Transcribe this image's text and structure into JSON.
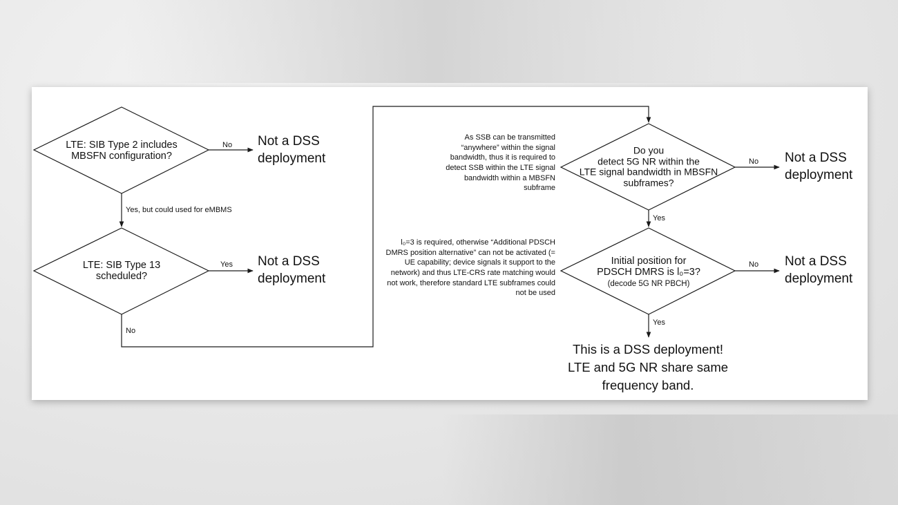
{
  "flowchart": {
    "decision1": "LTE: SIB Type 2 includes\nMBSFN configuration?",
    "decision2": "LTE: SIB Type 13\nscheduled?",
    "decision3": "Do you\ndetect 5G NR within the\nLTE signal bandwidth in MBSFN\nsubframes?",
    "decision4_main": "Initial position for\nPDSCH DMRS is l₀=3?",
    "decision4_sub": "(decode 5G NR PBCH)",
    "result_not_dss": "Not a DSS\ndeployment",
    "result_dss": "This is a DSS deployment!\nLTE and 5G NR share same\nfrequency band.",
    "edge_no": "No",
    "edge_yes": "Yes",
    "edge_yes_embms": "Yes, but could used  for eMBMS",
    "note_ssb": "As SSB can be transmitted “anywhere” within the signal bandwidth, thus it is required to detect SSB within the LTE signal bandwidth within a MBSFN subframe",
    "note_l0": "l₀=3 is required, otherwise “Additional PDSCH DMRS position alternative” can not be activated (= UE capability; device signals it support to the network) and thus LTE-CRS rate matching would not work, therefore standard LTE subframes could not be used"
  },
  "colors": {
    "line": "#1a1a1a",
    "sheet": "#ffffff"
  }
}
